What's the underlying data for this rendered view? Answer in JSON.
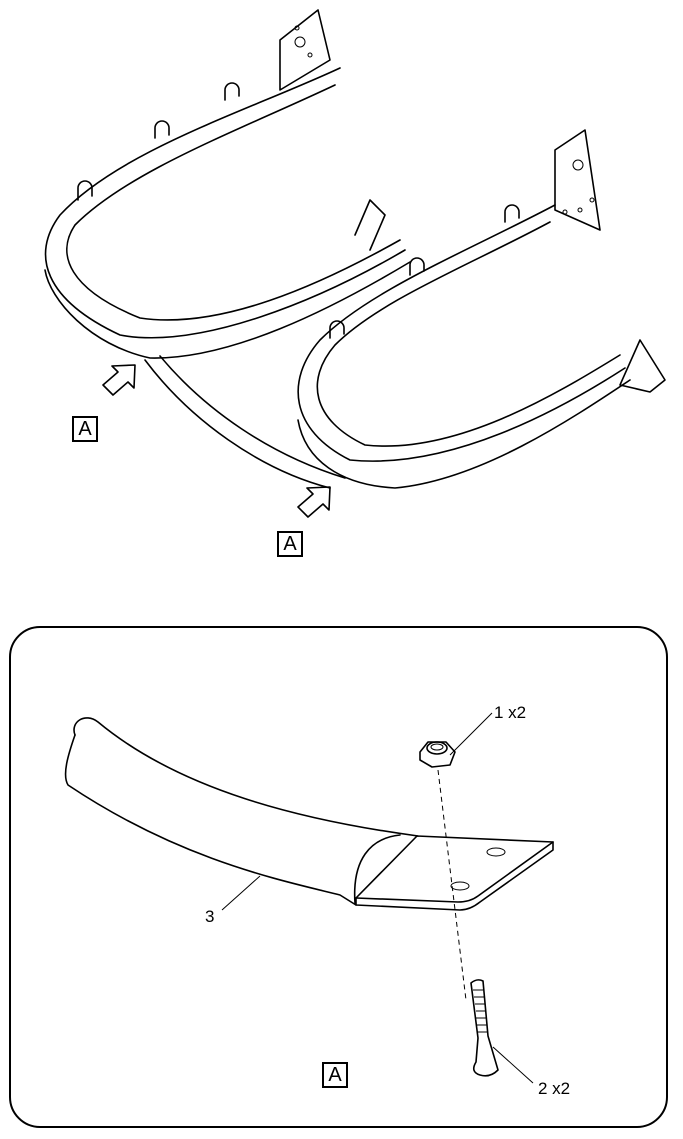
{
  "overview": {
    "view_labels": [
      "A",
      "A"
    ]
  },
  "detail": {
    "view_label": "A",
    "callouts": {
      "nut": "1 x2",
      "bolt": "2 x2",
      "tube": "3"
    }
  },
  "colors": {
    "line": "#000000",
    "background": "#ffffff"
  }
}
